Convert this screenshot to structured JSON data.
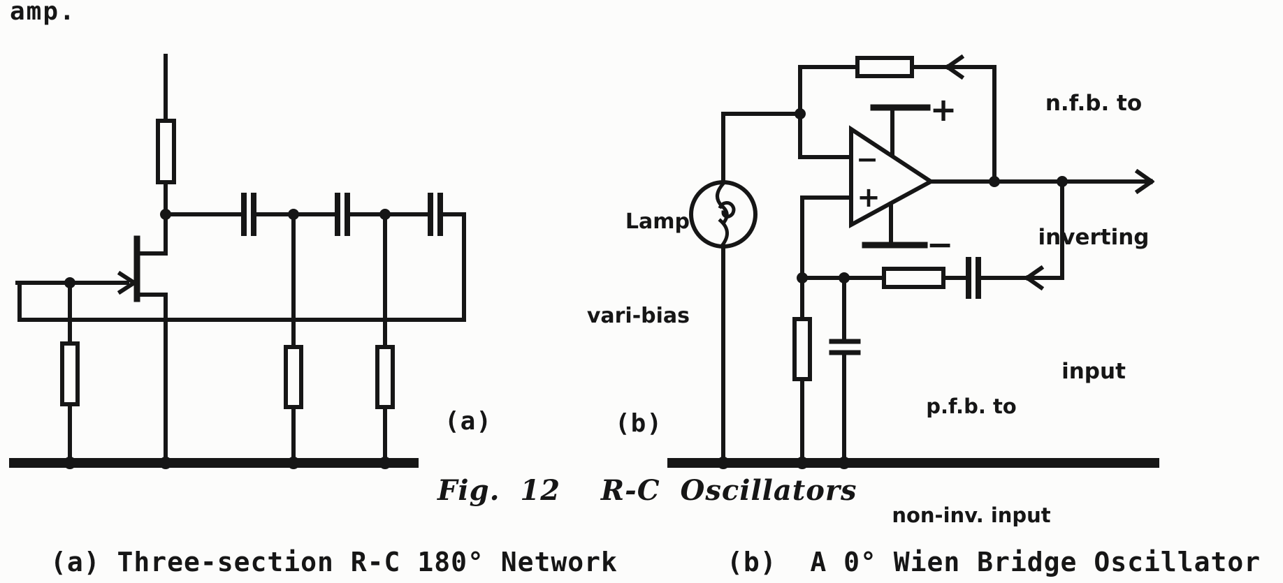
{
  "colors": {
    "ink": "#161616",
    "paper": "#fcfcfb"
  },
  "page_fragment_text": "amp.",
  "figure": {
    "caption": "Fig. 12  R-C Oscillators",
    "sub_caption_a": "(a) Three-section R-C 180° Network",
    "sub_caption_b": "(b)  A 0° Wien Bridge Oscillator"
  },
  "circuit_a": {
    "tag": "(a)"
  },
  "circuit_b": {
    "tag": "(b)",
    "lamp_label": {
      "line1": "Lamp",
      "line2": "vari-bias"
    },
    "nfb_label": {
      "line1": "n.f.b. to",
      "line2": "inverting",
      "line3": "input"
    },
    "pfb_label": {
      "line1": "p.f.b. to",
      "line2": "non-inv. input"
    },
    "opamp": {
      "inverting_input": "−",
      "noninverting_input": "+",
      "supply_positive": "+",
      "supply_negative": "−"
    }
  }
}
